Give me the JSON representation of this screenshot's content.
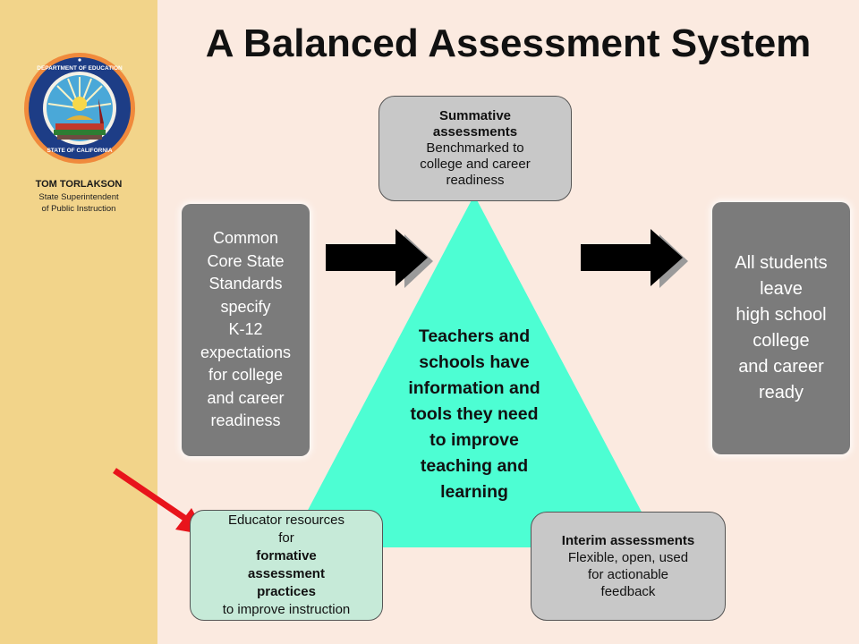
{
  "sidebar": {
    "name": "TOM TORLAKSON",
    "role_line1": "State Superintendent",
    "role_line2": "of Public Instruction",
    "seal_text_top": "DEPARTMENT OF EDUCATION",
    "seal_text_bottom": "STATE OF CALIFORNIA"
  },
  "title": "A Balanced Assessment System",
  "boxes": {
    "summative": {
      "heading_1": "Summative",
      "heading_2": "assessments",
      "line1": "Benchmarked to",
      "line2": "college and career",
      "line3": "readiness"
    },
    "standards": {
      "line1": "Common",
      "line2": "Core State",
      "line3": "Standards",
      "line4": "specify",
      "line5": "K-12",
      "line6": "expectations",
      "line7": "for college",
      "line8": "and career",
      "line9": "readiness"
    },
    "outcome": {
      "line1": "All students",
      "line2": "leave",
      "line3": "high school",
      "line4": "college",
      "line5": "and career",
      "line6": "ready"
    },
    "center": {
      "line1": "Teachers and",
      "line2": "schools have",
      "line3": "information and",
      "line4": "tools they need",
      "line5": "to improve",
      "line6": "teaching and",
      "line7": "learning"
    },
    "educator": {
      "line1": "Educator resources",
      "line2": "for",
      "bold1": "formative",
      "bold2": "assessment",
      "bold3": "practices",
      "line3": "to improve instruction"
    },
    "interim": {
      "heading": "Interim assessments",
      "line1": "Flexible, open, used",
      "line2": "for actionable",
      "line3": "feedback"
    }
  },
  "colors": {
    "background": "#fbeae0",
    "sidebar": "#f2d48a",
    "triangle": "#4dfed3",
    "gray_box": "#7b7b7b",
    "light_box": "#c8c8c8",
    "educator_box": "#c6ead8",
    "pointer_arrow": "#e8141b"
  },
  "icons": [
    "state-seal-icon",
    "right-arrow-icon",
    "red-pointer-arrow-icon"
  ]
}
